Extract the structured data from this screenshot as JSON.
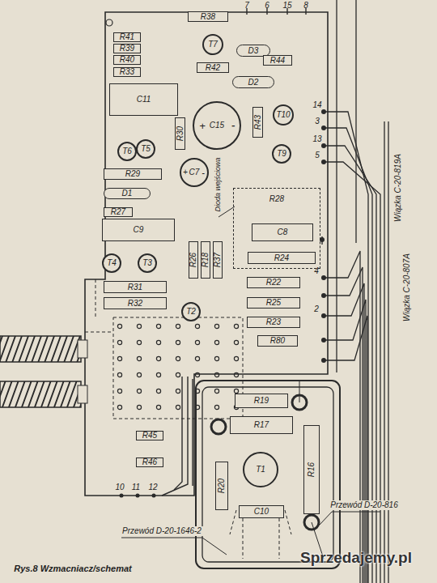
{
  "diagram": {
    "caption": "Rys.8 Wzmacniacz/schemat",
    "nodes": [
      {
        "text": [
          "R38"
        ]
      },
      {
        "text": [
          "R41"
        ]
      },
      {
        "text": [
          "R39"
        ]
      },
      {
        "text": [
          "R40"
        ]
      },
      {
        "text": [
          "R33"
        ]
      },
      {
        "text": [
          "T7"
        ]
      },
      {
        "text": [
          "D3"
        ]
      },
      {
        "text": [
          "R42"
        ]
      },
      {
        "text": [
          "R44"
        ]
      },
      {
        "text": [
          "D2"
        ]
      },
      {
        "text": [
          "C11"
        ]
      },
      {
        "text": [
          "C15"
        ]
      },
      {
        "text": [
          "R43"
        ]
      },
      {
        "text": [
          "R30"
        ]
      },
      {
        "text": [
          "T10"
        ]
      },
      {
        "text": [
          "T6"
        ]
      },
      {
        "text": [
          "T5"
        ]
      },
      {
        "text": [
          "C7"
        ]
      },
      {
        "text": [
          "T9"
        ]
      },
      {
        "text": [
          "R29"
        ]
      },
      {
        "text": [
          "D1"
        ]
      },
      {
        "text": [
          "R27"
        ]
      },
      {
        "text": [
          "C9"
        ]
      },
      {
        "text": [
          "R28"
        ]
      },
      {
        "text": [
          "C8"
        ],
        "in": 23
      },
      {
        "text": [
          "R24"
        ],
        "in": 23
      },
      {
        "text": [
          "T4"
        ]
      },
      {
        "text": [
          "T3"
        ]
      },
      {
        "text": [
          "R26"
        ]
      },
      {
        "text": [
          "R18"
        ]
      },
      {
        "text": [
          "R37"
        ]
      },
      {
        "text": [
          "R31"
        ]
      },
      {
        "text": [
          "R32"
        ]
      },
      {
        "text": [
          "T2"
        ]
      },
      {
        "text": [
          "R22"
        ]
      },
      {
        "text": [
          "R25"
        ]
      },
      {
        "text": [
          "R23"
        ]
      },
      {
        "text": [
          "R80"
        ]
      },
      {
        "text": [
          "R19"
        ]
      },
      {
        "text": [
          "R17"
        ]
      },
      {
        "text": [
          "T1"
        ]
      },
      {
        "text": [
          "R20"
        ]
      },
      {
        "text": [
          "R16"
        ]
      },
      {
        "text": [
          "C10"
        ]
      },
      {
        "text": [
          "R45"
        ]
      },
      {
        "text": [
          "R46"
        ]
      }
    ],
    "labels": [
      "7",
      "6",
      "15",
      "8",
      "14",
      "3",
      "13",
      "5",
      "4",
      "2",
      "10",
      "11",
      "12",
      "+",
      "-",
      "+",
      "-",
      "Dioda wejściowa",
      "Wiązka C-20-819A",
      "Wiązka C-20-807A",
      "Przewód D-20-1646-2",
      "Przewód D-20-816",
      "Sprzedajemy.pl"
    ]
  }
}
